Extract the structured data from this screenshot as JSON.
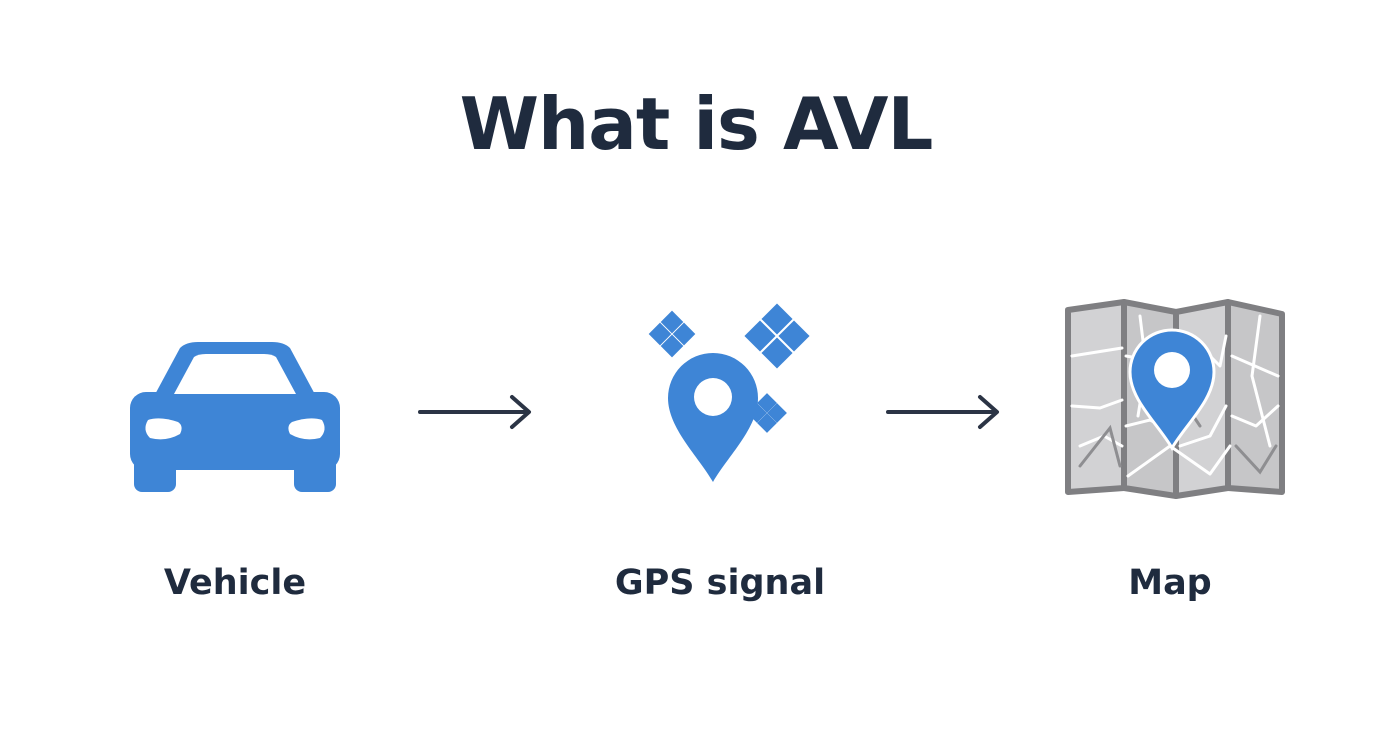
{
  "title": "What is AVL",
  "steps": [
    {
      "label": "Vehicle",
      "icon": "car-icon"
    },
    {
      "label": "GPS signal",
      "icon": "gps-satellite-pin-icon"
    },
    {
      "label": "Map",
      "icon": "map-pin-icon"
    }
  ],
  "connectors": [
    "arrow-right-icon",
    "arrow-right-icon"
  ],
  "colors": {
    "text": "#1f2b3e",
    "icon_blue": "#3e85d6",
    "map_gray": "#8a8a8c",
    "map_fill": "#cfcfd1",
    "arrow": "#2b3445"
  }
}
